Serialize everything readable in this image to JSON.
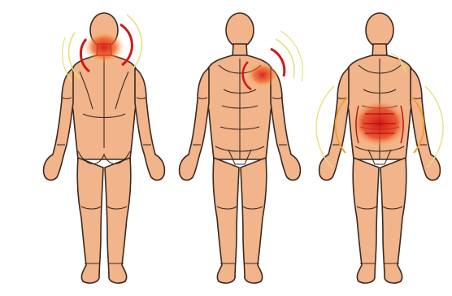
{
  "colors": {
    "background": "#ffffff",
    "skin": "#f2b48a",
    "outline": "#3a2a22",
    "pain_core": "#d8141c",
    "pain_mid": "#f05a1e",
    "pain_glow": "#ffd27a",
    "ring_red": "#d01818",
    "ring_orange": "#f0a030",
    "ring_yellow": "#e8e07a"
  },
  "figures": [
    {
      "id": "back-view",
      "view": "back",
      "pain_area": "neck",
      "pain_icon": "neck-pain-icon"
    },
    {
      "id": "front-view-shoulder",
      "view": "front",
      "pain_area": "shoulder",
      "pain_icon": "shoulder-pain-icon"
    },
    {
      "id": "front-view-abdomen",
      "view": "front",
      "pain_area": "abdomen",
      "pain_icon": "abdomen-pain-icon"
    }
  ]
}
